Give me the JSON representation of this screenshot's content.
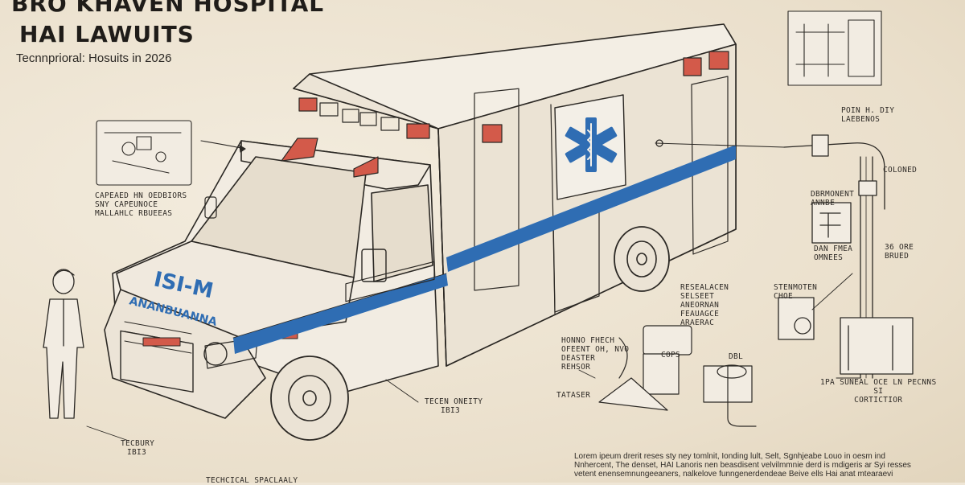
{
  "header": {
    "title_line1": "BRO KHAVEN HOSPITAL",
    "title_line2": "HAI LAWUITS",
    "subtitle": "Tecnnprioral: Hosuits in 2026"
  },
  "vehicle": {
    "hood_text_1": "ISI-M",
    "hood_text_2": "ANANBUANNA"
  },
  "labels": {
    "left_detail": [
      "CAPEAED HN OEDBIORS",
      "SNY CAPEUNOCE",
      "MALLAHLC RBUEEAS"
    ],
    "right_top": [
      "POIN H. DIY",
      "LAEBENOS"
    ],
    "right_coloned": [
      "COLONED"
    ],
    "right_dbrmonent": [
      "DBRMONENT",
      "ANNBE"
    ],
    "right_dan": [
      "DAN FMEA",
      "OMNEES"
    ],
    "right_36": [
      "36 ORE",
      "BRUED"
    ],
    "right_stenmoten": [
      "STENMOTEN",
      "CHOE"
    ],
    "mid_resealacen": [
      "RESEALACEN",
      "SELSEET",
      "ANEORNAN",
      "FEAUAGCE",
      "ARAERAC"
    ],
    "mid_honno": [
      "HONNO FHECH",
      "OFEENT OH, NVO",
      "DEASTER",
      "REHSOR"
    ],
    "mid_tataser": [
      "TATASER"
    ],
    "copd": [
      "COPS"
    ],
    "dbl": [
      "DBL"
    ],
    "tecen": [
      "TECEN ONEITY",
      "IBI3"
    ],
    "tecbury": [
      "TECBURY",
      "IBI3"
    ],
    "techcal_bottom": [
      "TECHCICAL SPACLAALY"
    ],
    "right_bottom": [
      "1PA Suneal oce ln Pecnns",
      "SI",
      "CORTICTIOR"
    ]
  },
  "body_text": [
    "Lorem ipeum drerit reses sty ney tomlnit, Ionding lult, Selt, Sgnhjeabe Louo in oesm ind",
    "Nnhercent, The denset, HAI Lanoris nen beasdisent velvilmmnie derd is mdigeris ar Syi resses",
    "vetent enensemnungeeaners, nalkelove funngenerdendeae Beive ells Hai anat mtearaevi"
  ],
  "colors": {
    "paper": "#efe6d6",
    "ink": "#2b2824",
    "stripe_blue": "#2f6db3",
    "light_red": "#d35a4a"
  },
  "icons": [
    "star-of-life-icon",
    "person-figure",
    "pipe-assembly",
    "gauge-icon"
  ]
}
